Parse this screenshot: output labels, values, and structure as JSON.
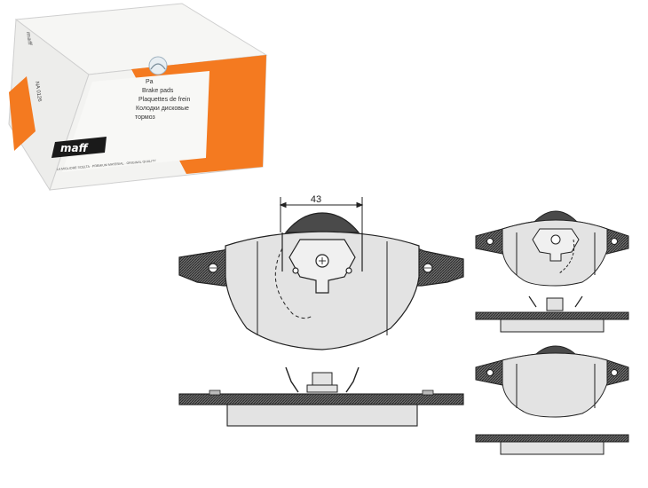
{
  "package": {
    "brand_logo": "maff",
    "code_side": "NA 0126",
    "label_lines": [
      "Pa",
      "Brake pads",
      "Plaquettes de frein",
      "Колодки дисковые",
      "тормоз"
    ],
    "footer_text": "LA MIGLIORE SCELTA · PREMIUM MATERIAL · ORIGINAL QUALITY",
    "colors": {
      "orange": "#f47a20",
      "box_white": "#f3f3f1",
      "logo_bg": "#1a1a1a"
    }
  },
  "drawing": {
    "dimension_label": "43",
    "colors": {
      "pad_fill": "#e3e3e3",
      "backing_fill": "#4a4a4a",
      "stroke": "#222222"
    }
  }
}
